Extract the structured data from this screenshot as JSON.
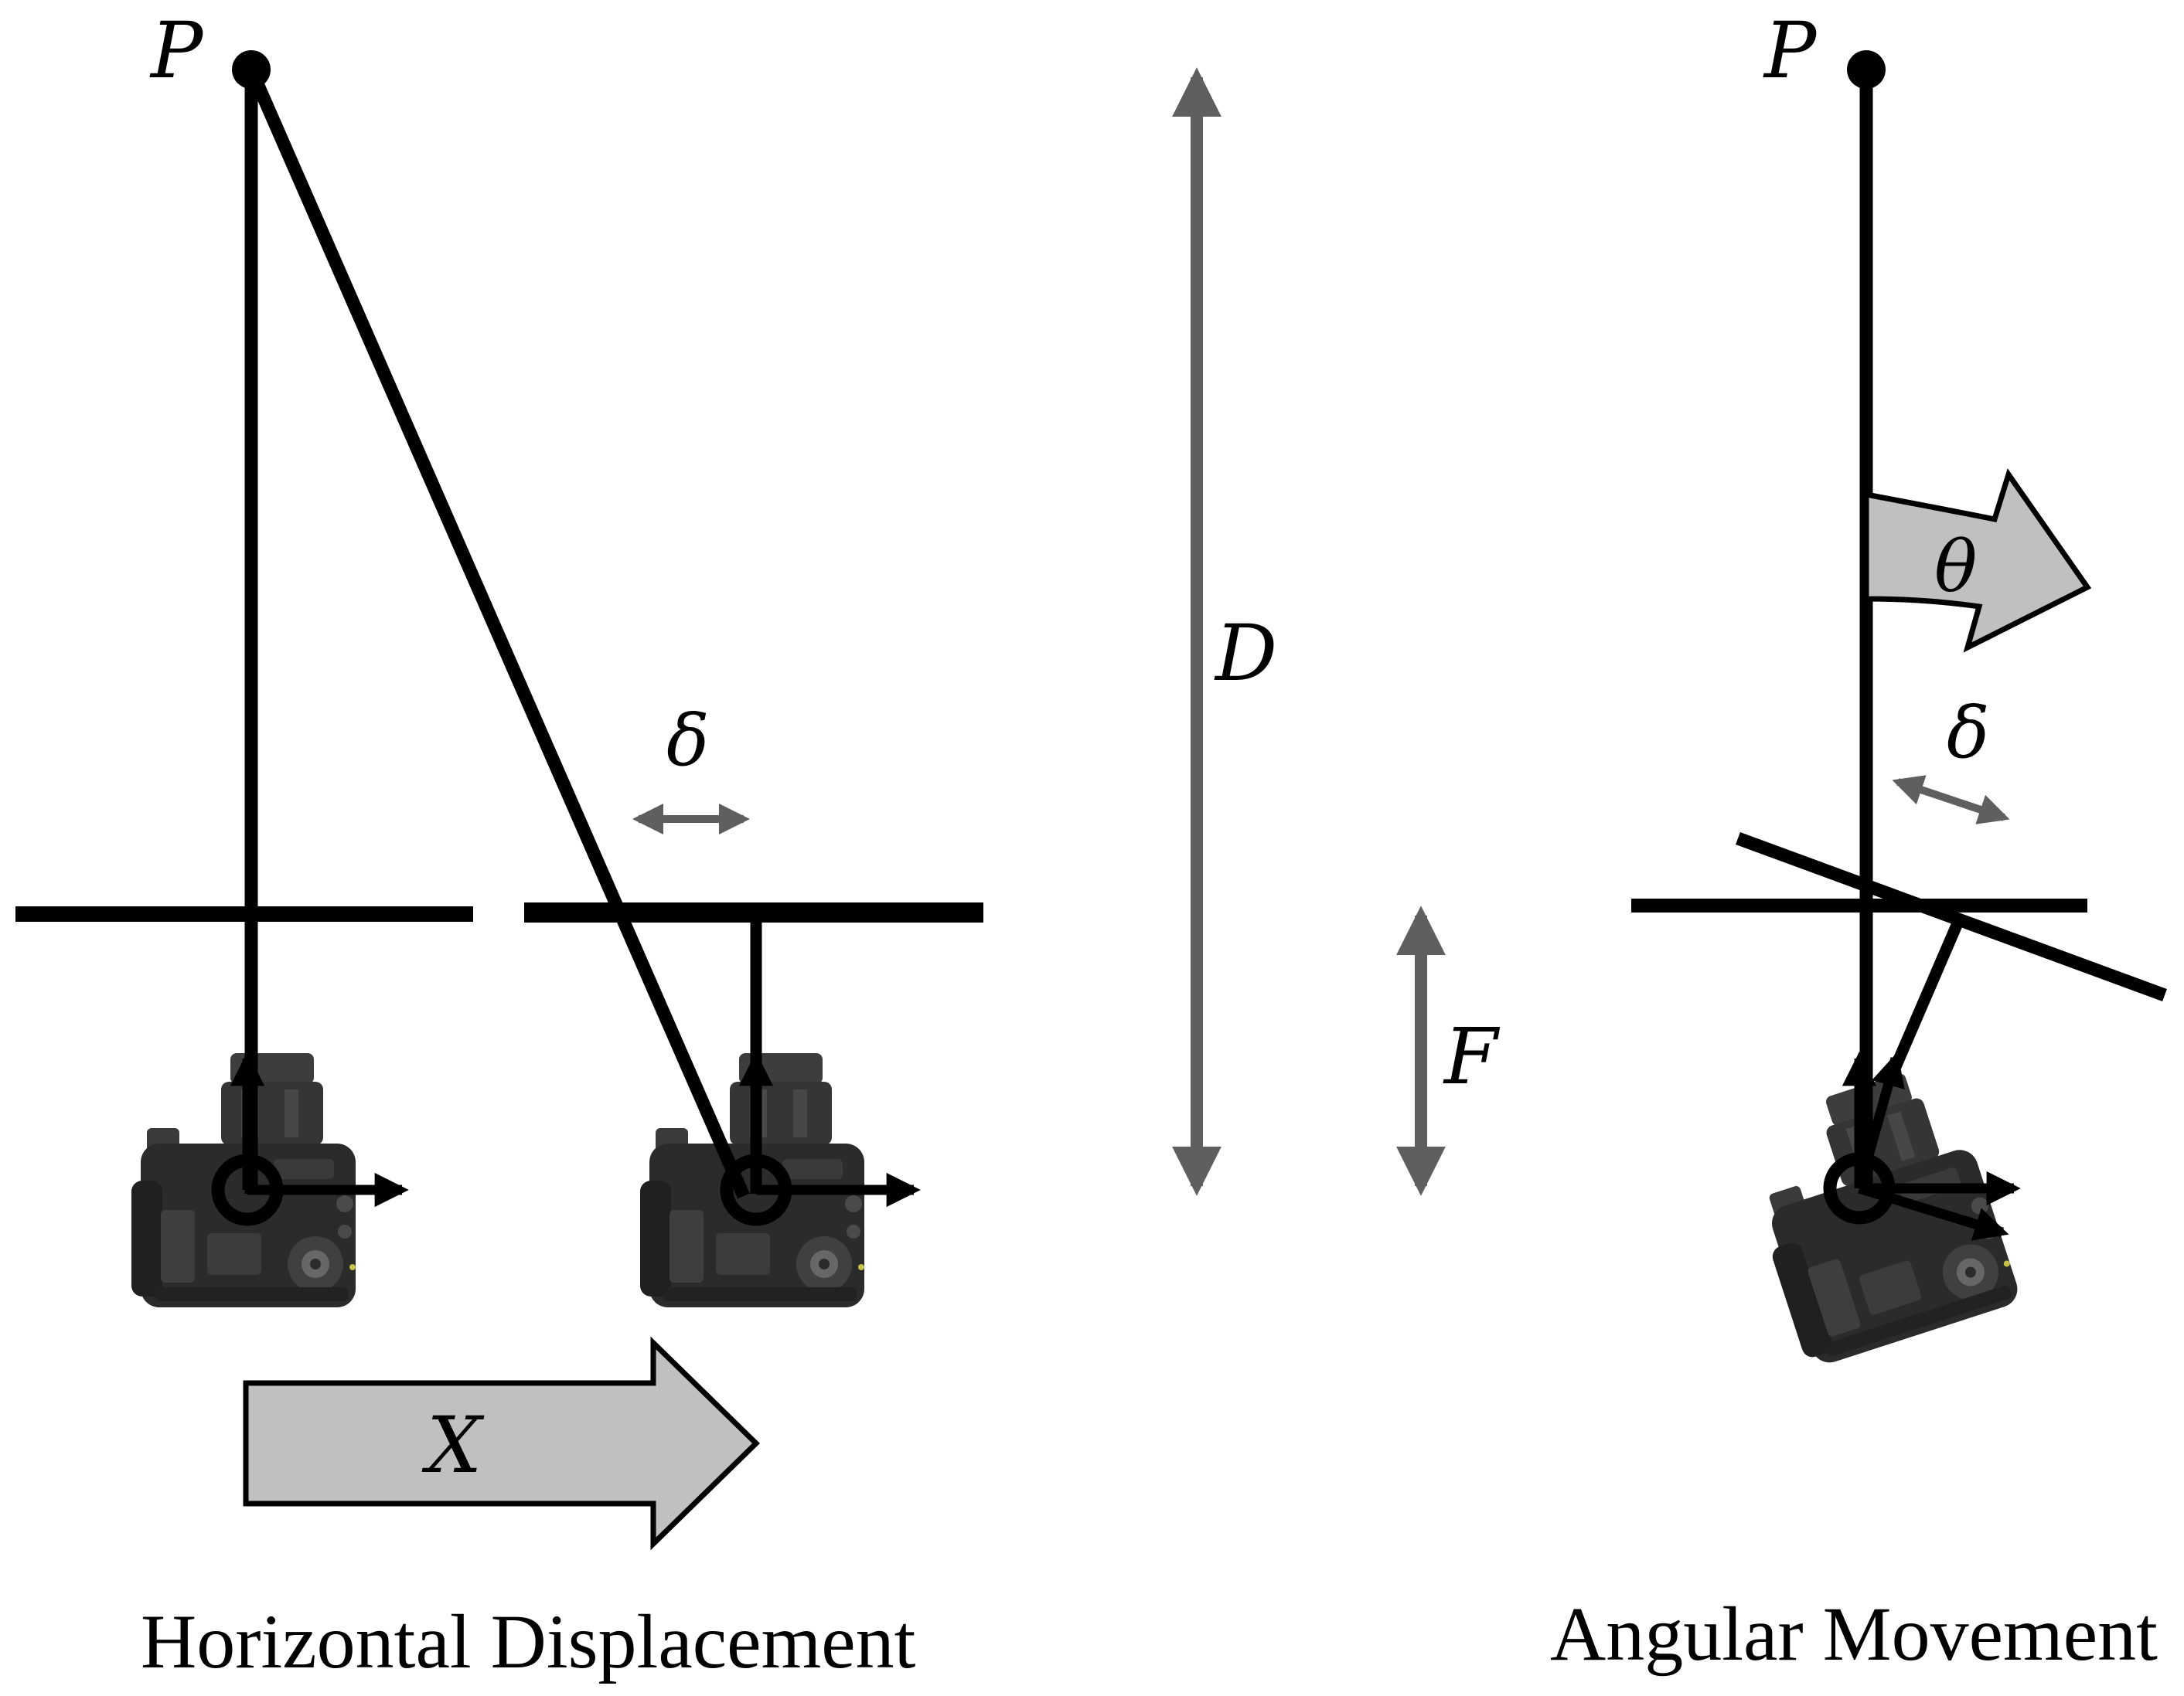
{
  "left_panel": {
    "point_label": "P",
    "shift_label": "δ",
    "displacement_label": "X",
    "caption": "Horizontal Displacement"
  },
  "middle": {
    "distance_label": "D",
    "focal_label": "F"
  },
  "right_panel": {
    "point_label": "P",
    "angle_label": "θ",
    "shift_label": "δ",
    "caption": "Angular Movement"
  },
  "colors": {
    "line": "#000000",
    "dimension_arrow": "#5f5f5f",
    "motion_arrow_fill": "#c0c0c0",
    "camera_body": "#2b2b2b"
  }
}
